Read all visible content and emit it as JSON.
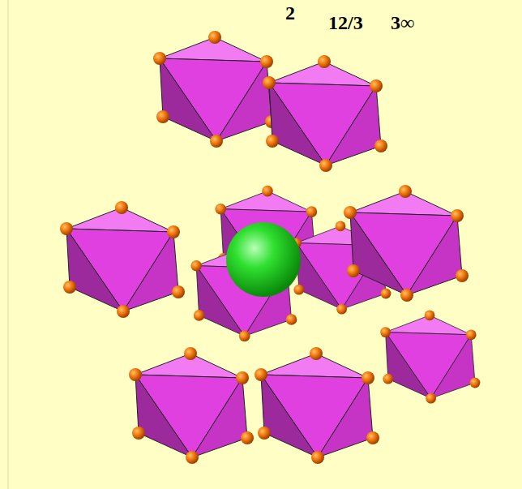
{
  "diagram": {
    "labels": [
      "2",
      "12/3",
      "3∞"
    ]
  }
}
